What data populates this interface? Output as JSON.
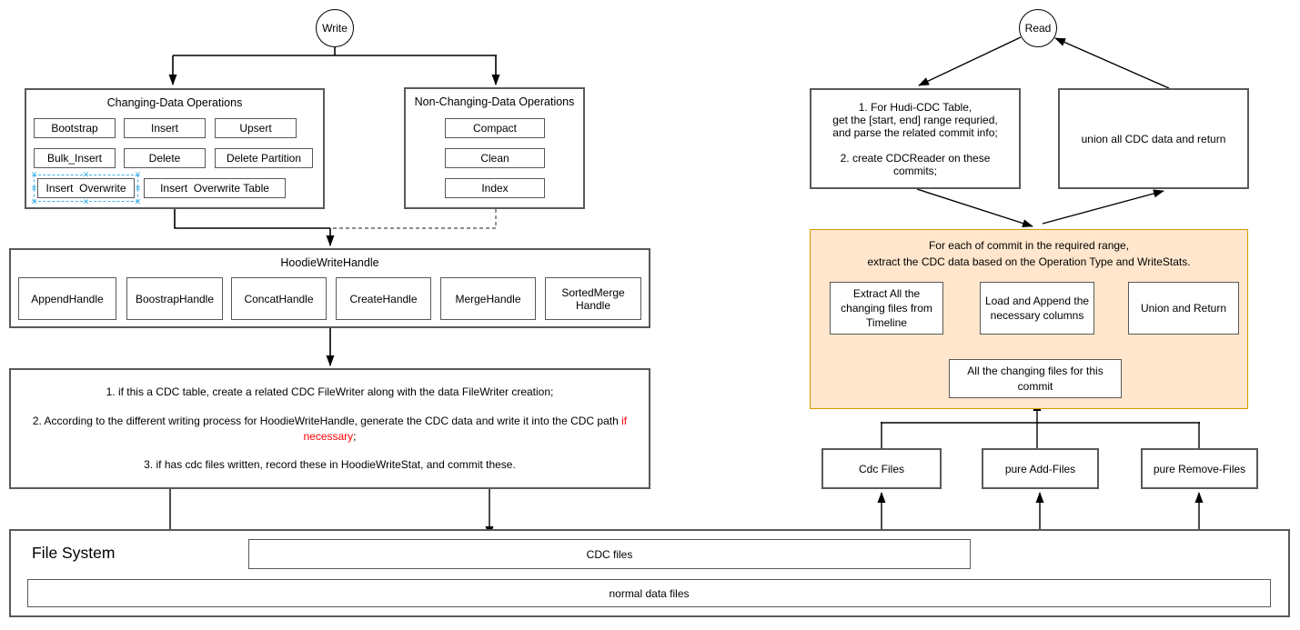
{
  "colors": {
    "orange_fill": "#ffe6cc",
    "orange_border": "#d79b00",
    "red_text": "#ff0000",
    "selection_handle_blue": "#3eb1e8",
    "box_border_gray": "#595959"
  },
  "write": {
    "circle_label": "Write",
    "changing": {
      "title": "Changing-Data Operations",
      "items": [
        "Bootstrap",
        "Insert",
        "Upsert",
        "Bulk_Insert",
        "Delete",
        "Delete Partition",
        "Insert  Overwrite",
        "Insert  Overwrite Table"
      ]
    },
    "non_changing": {
      "title": "Non-Changing-Data Operations",
      "items": [
        "Compact",
        "Clean",
        "Index"
      ]
    },
    "handle": {
      "title": "HoodieWriteHandle",
      "items": [
        "AppendHandle",
        "BoostrapHandle",
        "ConcatHandle",
        "CreateHandle",
        "MergeHandle",
        "SortedMerge\nHandle"
      ]
    },
    "process": {
      "line1": "1. if this a CDC table, create a related CDC FileWriter along with the data FileWriter creation;",
      "line2_pre": "2. According to the different writing process for HoodieWriteHandle, generate the CDC data and write it into the CDC path ",
      "line2_red": "if necessary",
      "line2_post": ";",
      "line3": "3. if has cdc files written, record these in HoodieWriteStat, and commit these."
    }
  },
  "read": {
    "circle_label": "Read",
    "step1_text": "1. For Hudi-CDC Table,\nget the [start, end] range requried,\nand parse the related commit info;\n\n2. create CDCReader on these\ncommits;",
    "union_text": "union all CDC data and return",
    "orange": {
      "title": "For each of commit in the required range,\nextract the CDC data based on the Operation Type and WriteStats.",
      "extract": "Extract All the\nchanging files from\nTimeline",
      "load": "Load and Append the\nnecessary columns",
      "union": "Union and Return",
      "all_changing": "All the changing files for this\ncommit"
    },
    "files": [
      "Cdc Files",
      "pure Add-Files",
      "pure Remove-Files"
    ]
  },
  "file_system": {
    "title": "File System",
    "cdc_files": "CDC files",
    "normal_files": "normal data files"
  }
}
